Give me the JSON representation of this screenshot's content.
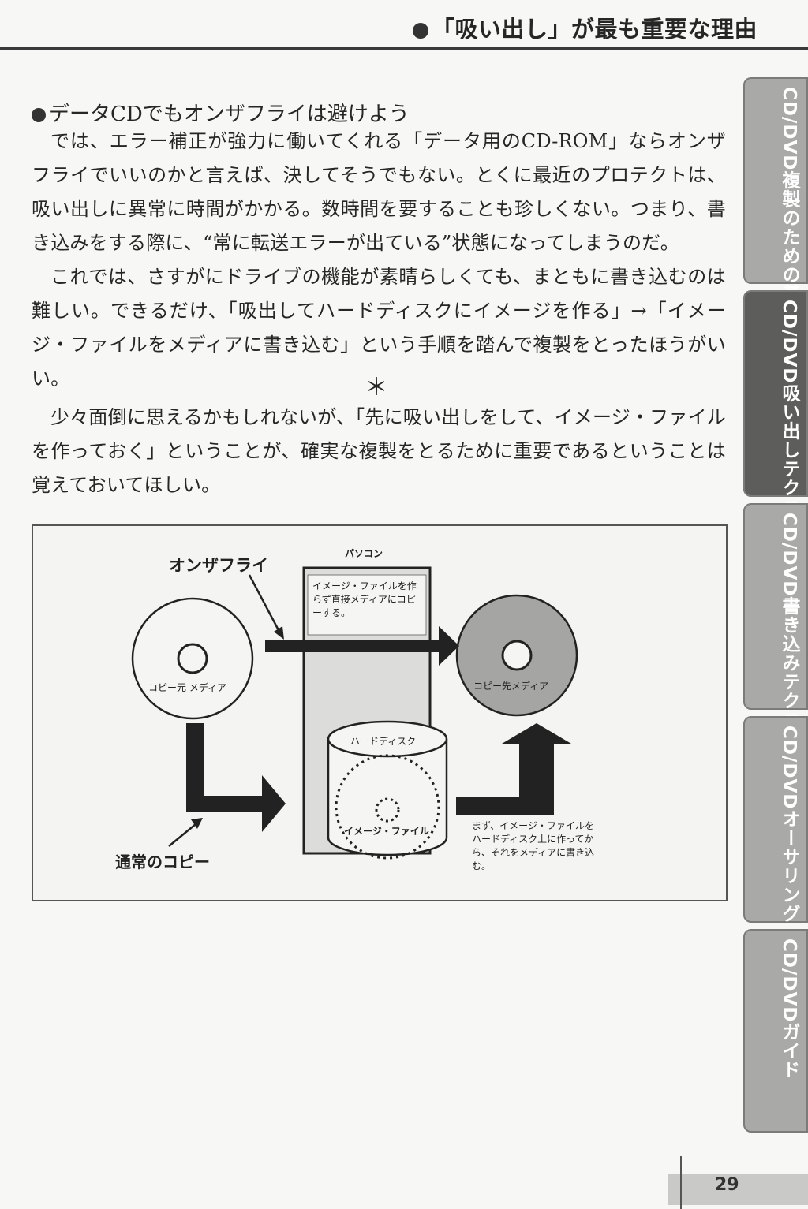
{
  "header": {
    "title": "「吸い出し」が最も重要な理由"
  },
  "section": {
    "heading": "データCDでもオンザフライは避けよう",
    "paragraphs": [
      "では、エラー補正が強力に働いてくれる「データ用のCD-ROM」ならオンザフライでいいのかと言えば、決してそうでもない。とくに最近のプロテクトは、吸い出しに異常に時間がかかる。数時間を要することも珍しくない。つまり、書き込みをする際に、“常に転送エラーが出ている”状態になってしまうのだ。",
      "これでは、さすがにドライブの機能が素晴らしくても、まともに書き込むのは難しい。できるだけ、「吸出してハードディスクにイメージを作る」→「イメージ・ファイルをメディアに書き込む」という手順を踏んで複製をとったほうがいい。",
      "少々面倒に思えるかもしれないが、「先に吸い出しをして、イメージ・ファイルを作っておく」ということが、確実な複製をとるために重要であるということは覚えておいてほしい。"
    ],
    "separator": "＊"
  },
  "figure": {
    "on_the_fly_label": "オンザフライ",
    "pc_label": "パソコン",
    "pc_note": "イメージ・ファイルを作らず直接メディアにコピーする。",
    "source_media": "コピー元 メディア",
    "dest_media": "コピー先メディア",
    "hard_disk": "ハードディスク",
    "image_file": "イメージ・ファイル",
    "normal_copy": "通常のコピー",
    "normal_note": "まず、イメージ・ファイルをハードディスク上に作ってから、それをメディアに書き込む。"
  },
  "tabs": [
    {
      "label": "CD/DVD複製のための基礎知識",
      "active": false
    },
    {
      "label": "CD/DVD吸い出しテクニック",
      "active": true
    },
    {
      "label": "CD/DVD書き込みテクニック",
      "active": false
    },
    {
      "label": "CD/DVDオーサリング・テクニック",
      "active": false
    },
    {
      "label": "CD/DVDガイド",
      "active": false
    }
  ],
  "footer": {
    "page_number": "29"
  }
}
